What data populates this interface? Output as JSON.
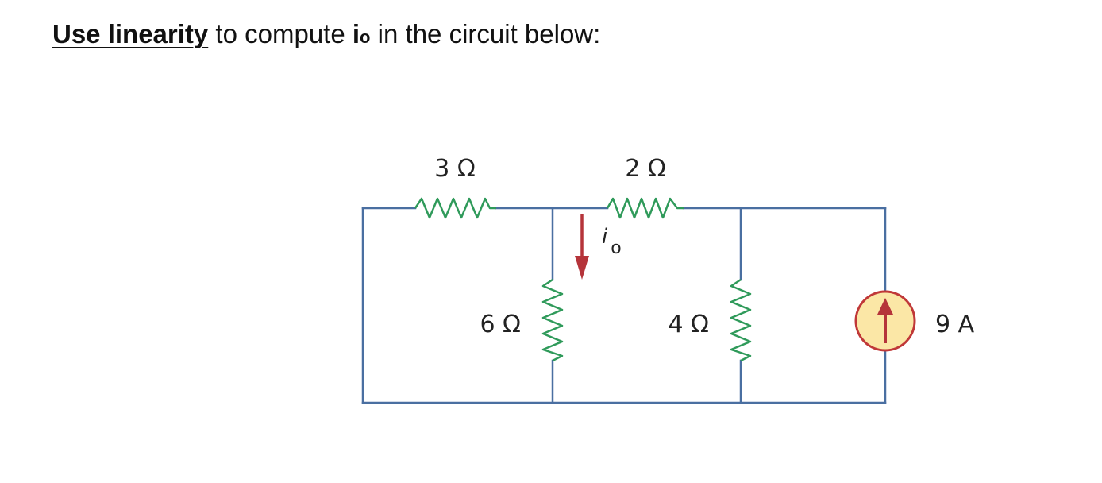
{
  "prompt": {
    "emphasis": "Use linearity",
    "middle": " to compute ",
    "variable": "i",
    "subscript": "o",
    "ending": " in the circuit below:"
  },
  "circuit": {
    "resistors": {
      "r_top_left": "3 Ω",
      "r_top_right": "2 Ω",
      "r_shunt_left": "6 Ω",
      "r_shunt_right": "4 Ω"
    },
    "current_label": {
      "symbol": "i",
      "subscript": "o",
      "direction": "down"
    },
    "source": {
      "label": "9 A",
      "type": "current-source",
      "direction": "up"
    },
    "colors": {
      "wire": "#4a6fa1",
      "resistor": "#2f9a5a",
      "arrow": "#b5343a",
      "source_fill": "#fbe7a6",
      "source_ring": "#c03838"
    }
  }
}
